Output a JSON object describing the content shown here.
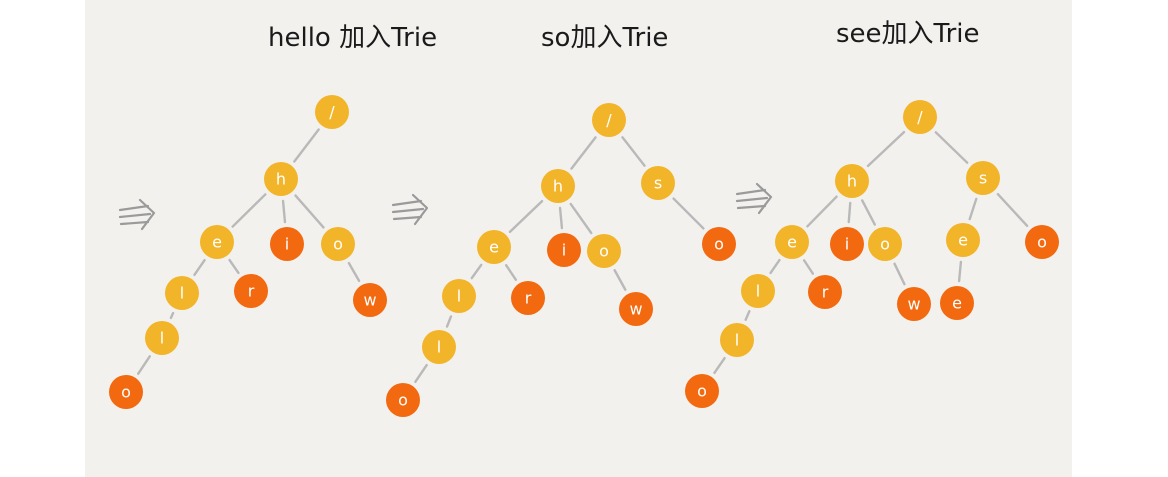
{
  "colors": {
    "background": "#f3f1ee",
    "inner_node": "#f2b429",
    "end_node": "#f2690f",
    "edge": "#b9b9b9",
    "arrow": "#9a9a9a"
  },
  "panels": [
    {
      "title": "hello 加入Trie",
      "nodes": [
        {
          "id": "root",
          "label": "/",
          "type": "inner"
        },
        {
          "id": "h",
          "label": "h",
          "type": "inner"
        },
        {
          "id": "e",
          "label": "e",
          "type": "inner"
        },
        {
          "id": "i",
          "label": "i",
          "type": "end"
        },
        {
          "id": "o1",
          "label": "o",
          "type": "inner"
        },
        {
          "id": "l1",
          "label": "l",
          "type": "inner"
        },
        {
          "id": "r",
          "label": "r",
          "type": "end"
        },
        {
          "id": "w",
          "label": "w",
          "type": "end"
        },
        {
          "id": "l2",
          "label": "l",
          "type": "inner"
        },
        {
          "id": "o2",
          "label": "o",
          "type": "end"
        }
      ],
      "edges": [
        [
          "root",
          "h"
        ],
        [
          "h",
          "e"
        ],
        [
          "h",
          "i"
        ],
        [
          "h",
          "o1"
        ],
        [
          "e",
          "l1"
        ],
        [
          "e",
          "r"
        ],
        [
          "o1",
          "w"
        ],
        [
          "l1",
          "l2"
        ],
        [
          "l2",
          "o2"
        ]
      ]
    },
    {
      "title": "so加入Trie",
      "nodes": [
        {
          "id": "root",
          "label": "/",
          "type": "inner"
        },
        {
          "id": "h",
          "label": "h",
          "type": "inner"
        },
        {
          "id": "s",
          "label": "s",
          "type": "inner"
        },
        {
          "id": "e",
          "label": "e",
          "type": "inner"
        },
        {
          "id": "i",
          "label": "i",
          "type": "end"
        },
        {
          "id": "o1",
          "label": "o",
          "type": "inner"
        },
        {
          "id": "o3",
          "label": "o",
          "type": "end"
        },
        {
          "id": "l1",
          "label": "l",
          "type": "inner"
        },
        {
          "id": "r",
          "label": "r",
          "type": "end"
        },
        {
          "id": "w",
          "label": "w",
          "type": "end"
        },
        {
          "id": "l2",
          "label": "l",
          "type": "inner"
        },
        {
          "id": "o2",
          "label": "o",
          "type": "end"
        }
      ],
      "edges": [
        [
          "root",
          "h"
        ],
        [
          "root",
          "s"
        ],
        [
          "h",
          "e"
        ],
        [
          "h",
          "i"
        ],
        [
          "h",
          "o1"
        ],
        [
          "s",
          "o3"
        ],
        [
          "e",
          "l1"
        ],
        [
          "e",
          "r"
        ],
        [
          "o1",
          "w"
        ],
        [
          "l1",
          "l2"
        ],
        [
          "l2",
          "o2"
        ]
      ]
    },
    {
      "title": "see加入Trie",
      "nodes": [
        {
          "id": "root",
          "label": "/",
          "type": "inner"
        },
        {
          "id": "h",
          "label": "h",
          "type": "inner"
        },
        {
          "id": "s",
          "label": "s",
          "type": "inner"
        },
        {
          "id": "e",
          "label": "e",
          "type": "inner"
        },
        {
          "id": "i",
          "label": "i",
          "type": "end"
        },
        {
          "id": "o1",
          "label": "o",
          "type": "inner"
        },
        {
          "id": "se",
          "label": "e",
          "type": "inner"
        },
        {
          "id": "o3",
          "label": "o",
          "type": "end"
        },
        {
          "id": "l1",
          "label": "l",
          "type": "inner"
        },
        {
          "id": "r",
          "label": "r",
          "type": "end"
        },
        {
          "id": "w",
          "label": "w",
          "type": "end"
        },
        {
          "id": "see",
          "label": "e",
          "type": "end"
        },
        {
          "id": "l2",
          "label": "l",
          "type": "inner"
        },
        {
          "id": "o2",
          "label": "o",
          "type": "end"
        }
      ],
      "edges": [
        [
          "root",
          "h"
        ],
        [
          "root",
          "s"
        ],
        [
          "h",
          "e"
        ],
        [
          "h",
          "i"
        ],
        [
          "h",
          "o1"
        ],
        [
          "s",
          "se"
        ],
        [
          "s",
          "o3"
        ],
        [
          "e",
          "l1"
        ],
        [
          "e",
          "r"
        ],
        [
          "o1",
          "w"
        ],
        [
          "se",
          "see"
        ],
        [
          "l1",
          "l2"
        ],
        [
          "l2",
          "o2"
        ]
      ]
    }
  ],
  "arrows": [
    {
      "glyph": "⇛"
    },
    {
      "glyph": "⇛"
    },
    {
      "glyph": "⇛"
    }
  ]
}
